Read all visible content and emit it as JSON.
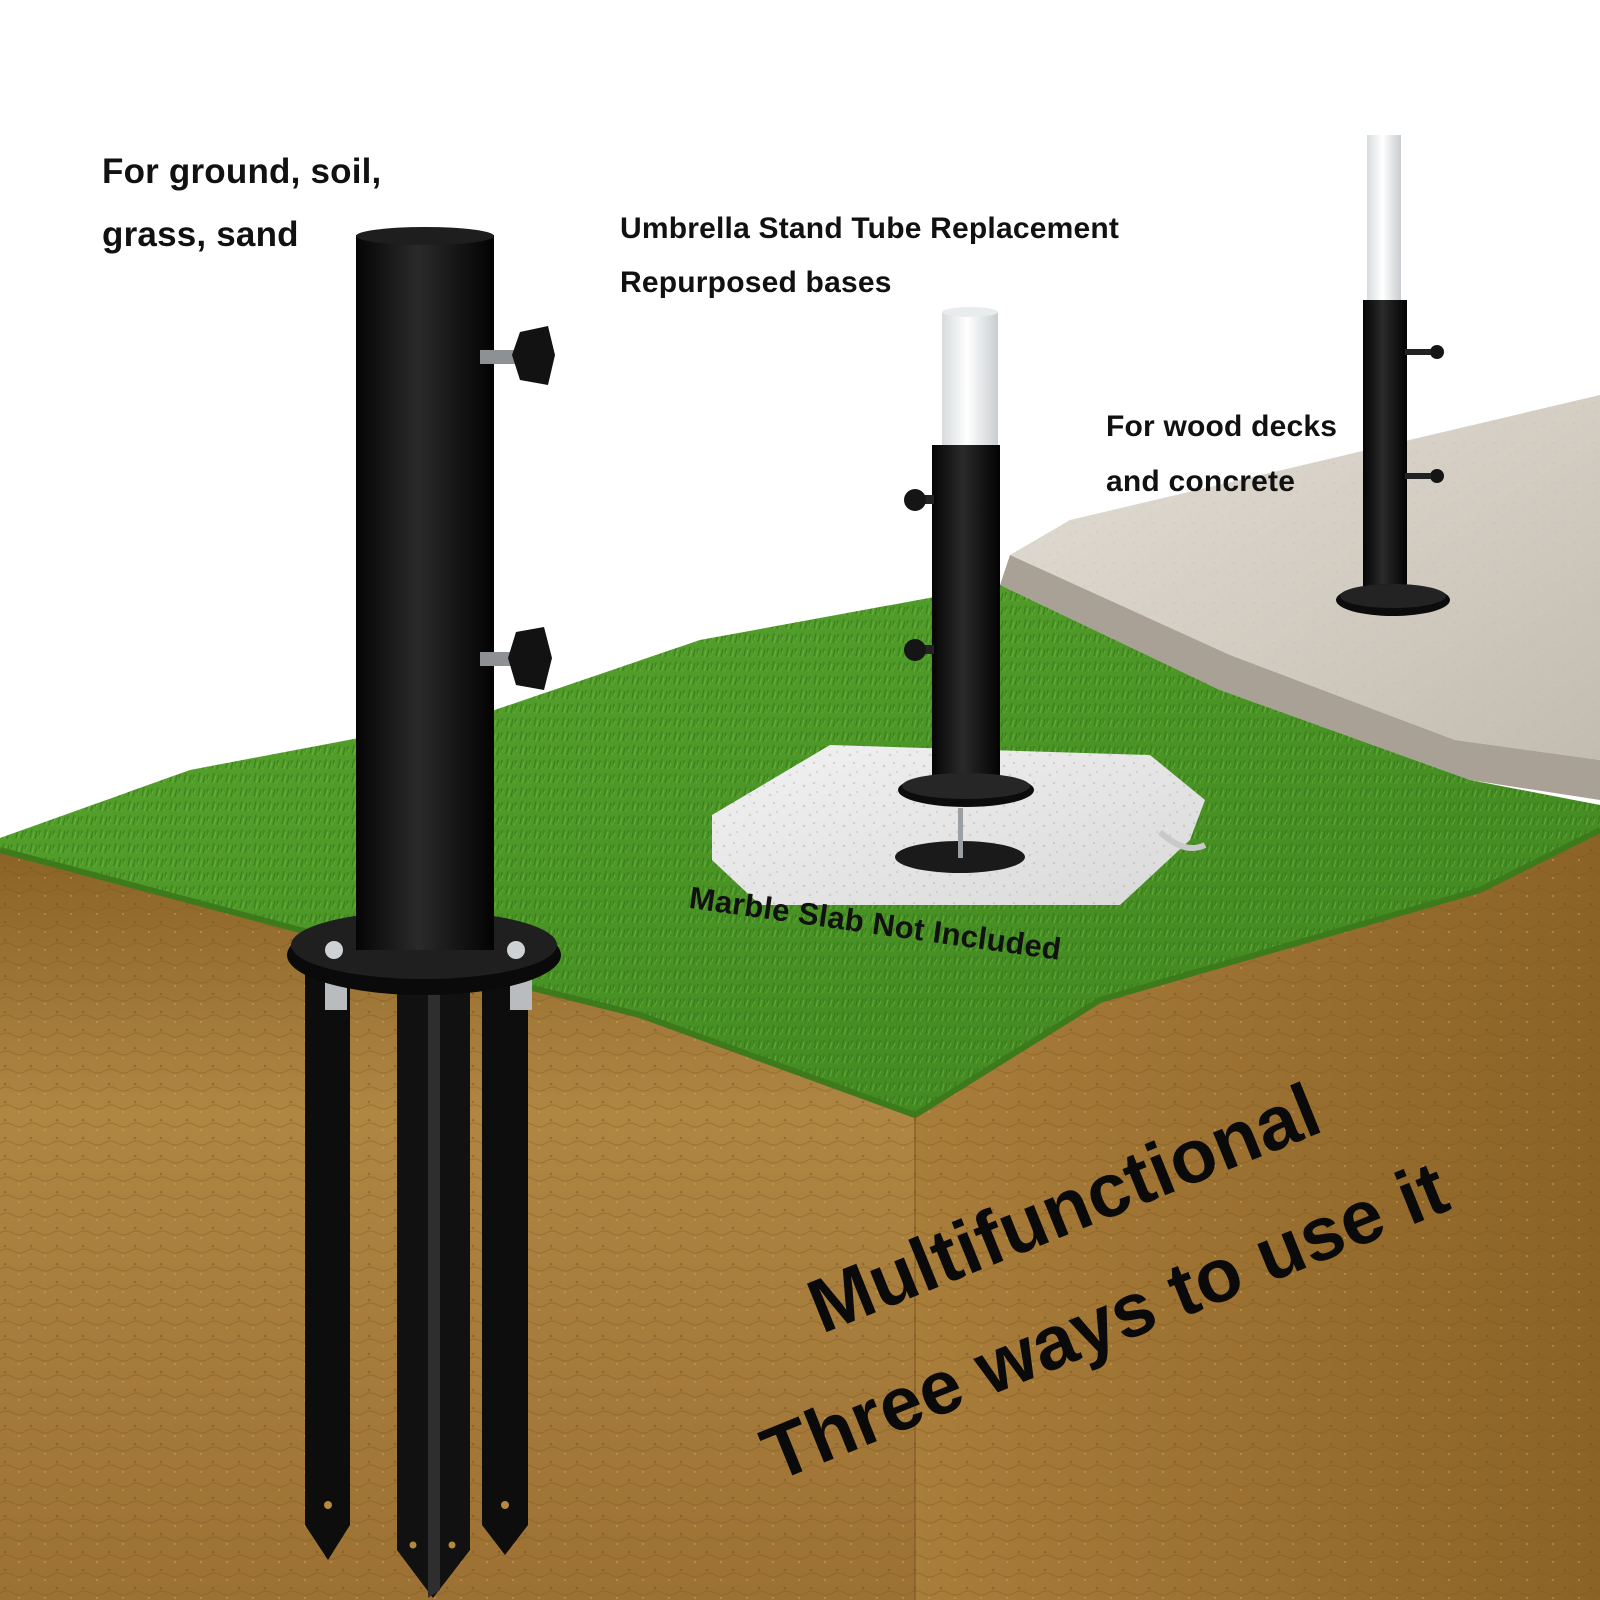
{
  "captions": {
    "ground_line1": "For ground, soil,",
    "ground_line2": "grass, sand",
    "umbrella_line1": "Umbrella Stand Tube Replacement",
    "umbrella_line2": "Repurposed bases",
    "deck_line1": "For wood decks",
    "deck_line2": "and concrete",
    "marble_note": "Marble Slab Not Included",
    "headline_line1": "Multifunctional",
    "headline_line2": "Three ways to use it"
  },
  "colors": {
    "background": "#ffffff",
    "grass": "#4f9a2a",
    "soil": "#a87d3c",
    "concrete": "#cfc9bf",
    "metal": "#121212",
    "text": "#111111"
  }
}
